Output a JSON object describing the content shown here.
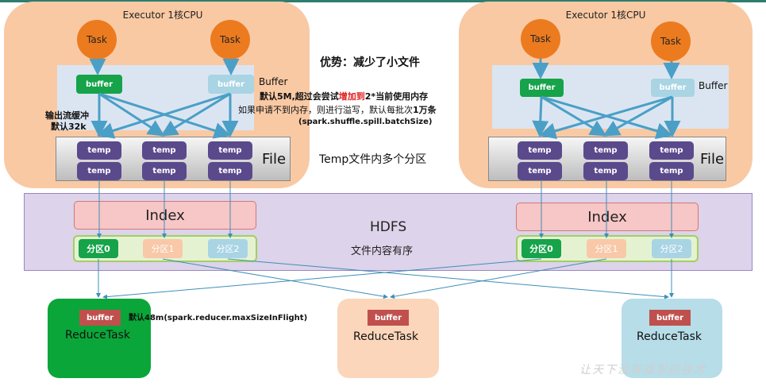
{
  "left_executor": {
    "title": "Executor 1核CPU",
    "tasks": [
      "Task",
      "Task"
    ],
    "buffers": [
      "buffer",
      "buffer"
    ],
    "buffer_label": "Buffer",
    "temps": [
      "temp",
      "temp",
      "temp",
      "temp",
      "temp",
      "temp"
    ],
    "file_label": "File"
  },
  "right_executor": {
    "title": "Executor 1核CPU",
    "tasks": [
      "Task",
      "Task"
    ],
    "buffers": [
      "buffer",
      "buffer"
    ],
    "buffer_label": "Buffer",
    "temps": [
      "temp",
      "temp",
      "temp",
      "temp",
      "temp",
      "temp"
    ],
    "file_label": "File"
  },
  "notes": {
    "advantage": "优势：减少了小文件",
    "buffer_default_a": "默认5M,超过会尝试",
    "buffer_default_b": "增加到",
    "buffer_default_c": "2*当前使用内存",
    "spill_line": "如果申请不到内存，则进行溢写，默认每批次",
    "spill_count": "1万条",
    "spill_param": "(spark.shuffle.spill.batchSize)",
    "output_buffer_1": "输出流缓冲",
    "output_buffer_2": "默认32k",
    "temp_partitions": "Temp文件内多个分区",
    "reducer_default": "默认48m(spark.reducer.maxSizeInFlight)",
    "watermark": "让天下没有难学的技术"
  },
  "hdfs": {
    "title": "HDFS",
    "subtitle": "文件内容有序",
    "index_left": "Index",
    "index_right": "Index",
    "partitions_left": [
      "分区0",
      "分区1",
      "分区2"
    ],
    "partitions_right": [
      "分区0",
      "分区1",
      "分区2"
    ]
  },
  "reduce_tasks": [
    {
      "buffer": "buffer",
      "label": "ReduceTask",
      "color": "#0aa63a"
    },
    {
      "buffer": "buffer",
      "label": "ReduceTask",
      "color": "#fbd6bb"
    },
    {
      "buffer": "buffer",
      "label": "ReduceTask",
      "color": "#b6dde8"
    }
  ],
  "colors": {
    "executor_bg": "#f9c9a4",
    "task": "#ec7b1f",
    "temp": "#5a4a8c",
    "hdfs_bg": "#ddd3ea",
    "arrow": "#4a9fc7"
  }
}
